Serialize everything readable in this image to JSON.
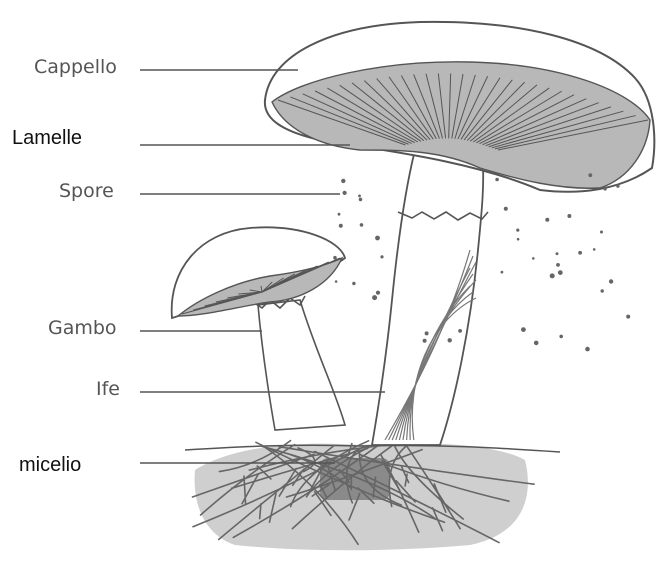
{
  "labels": {
    "cappello": "Cappello",
    "lamelle": "Lamelle",
    "spore": "Spore",
    "gambo": "Gambo",
    "ife": "Ife",
    "micelio": "micelio"
  },
  "colors": {
    "line": "#555555",
    "fill_gray": "#b8b8b8",
    "soil": "#cfcfcf",
    "dark_patch": "#8a8a8a"
  },
  "icons": [
    "mushroom-illustration"
  ]
}
